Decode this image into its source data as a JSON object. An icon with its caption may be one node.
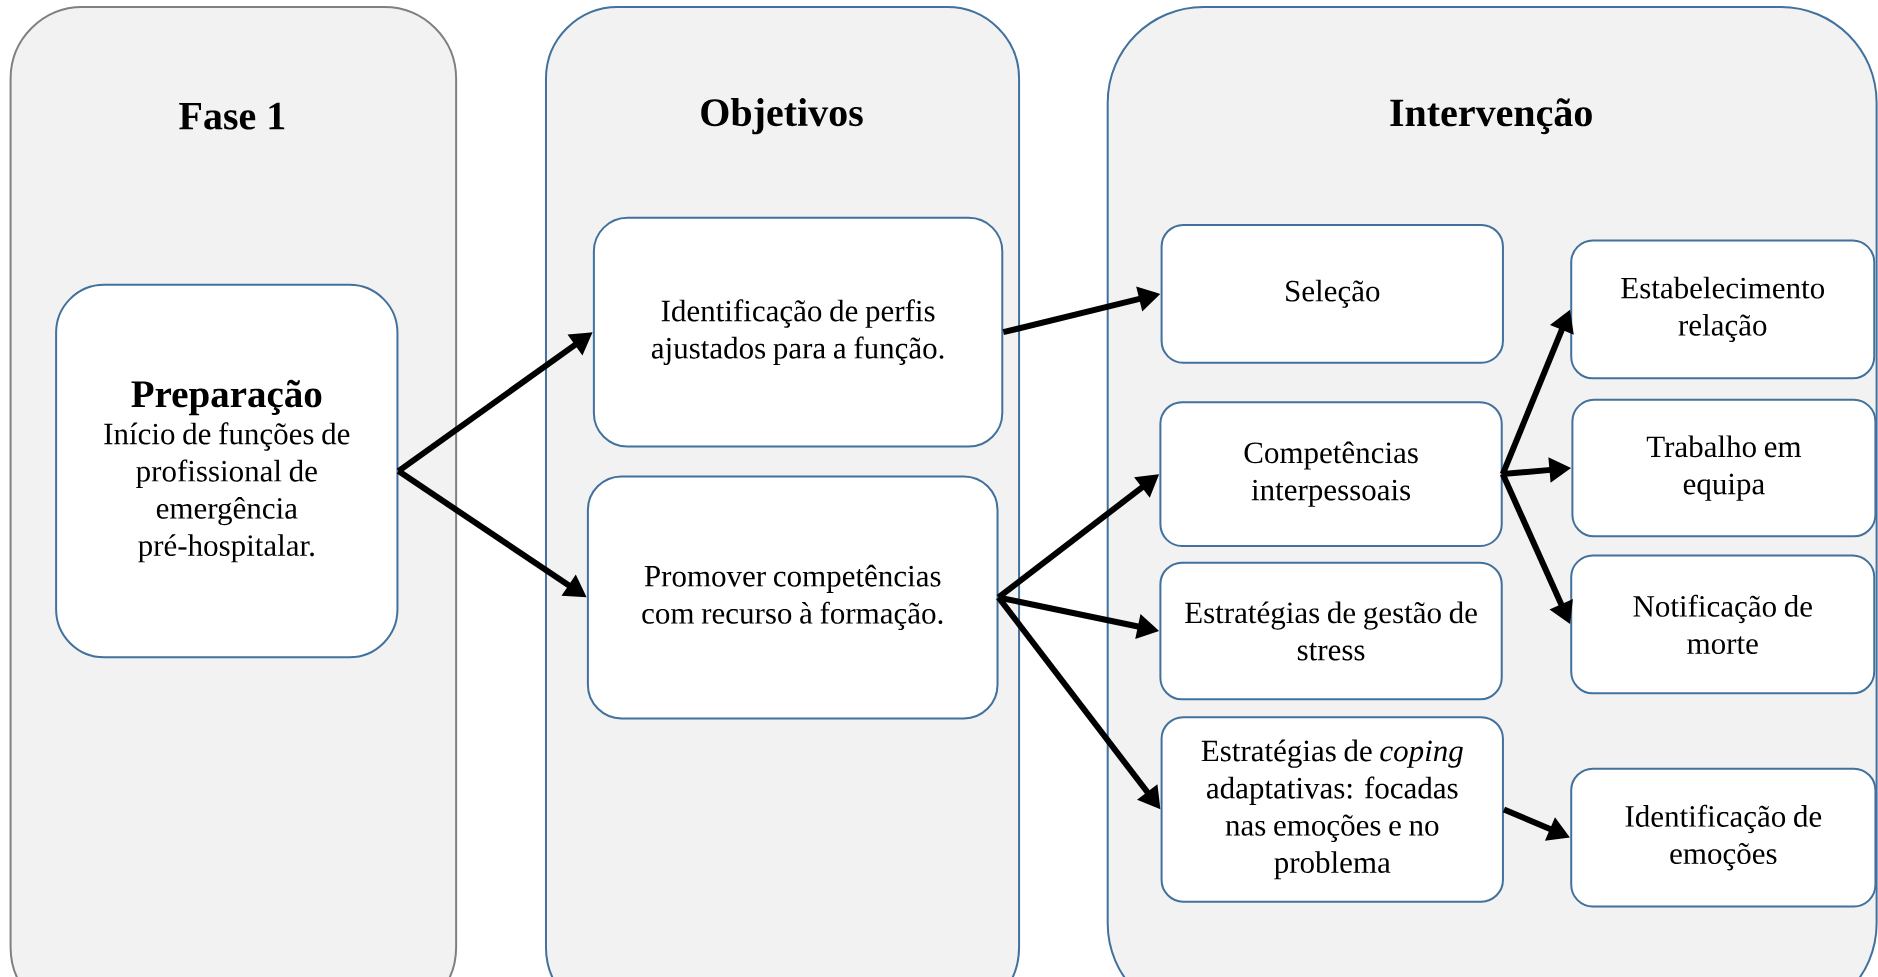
{
  "diagram": {
    "nodes": [
      {
        "text": [
          "Fase 1"
        ]
      },
      {
        "text": [
          "Preparação",
          "Início de funções de profissional de emergência pré-hospitalar."
        ],
        "in": 0
      },
      {
        "text": [
          "Objetivos"
        ]
      },
      {
        "text": [
          "Identificação de perfis ajustados para a função."
        ],
        "in": 2
      },
      {
        "text": [
          "Promover competências com recurso à formação."
        ],
        "in": 2
      },
      {
        "text": [
          "Intervenção"
        ]
      },
      {
        "text": [
          "Seleção"
        ],
        "in": 5
      },
      {
        "text": [
          "Competências interpessoais"
        ],
        "in": 5
      },
      {
        "text": [
          "Estratégias de gestão de stress"
        ],
        "in": 5
      },
      {
        "text": [
          "Estratégias de *coping* adaptativas: focadas nas emoções e no problema"
        ],
        "in": 5
      },
      {
        "text": [
          "Estabelecimento relação"
        ],
        "in": 5
      },
      {
        "text": [
          "Trabalho em equipa"
        ],
        "in": 5
      },
      {
        "text": [
          "Notificação de morte"
        ],
        "in": 5
      },
      {
        "text": [
          "Identificação de emoções"
        ],
        "in": 5
      }
    ],
    "edges": [
      {
        "from": 1,
        "to": 3,
        "arrow": "to"
      },
      {
        "from": 1,
        "to": 4,
        "arrow": "to"
      },
      {
        "from": 3,
        "to": 6,
        "arrow": "to"
      },
      {
        "from": 4,
        "to": 7,
        "arrow": "to"
      },
      {
        "from": 4,
        "to": 8,
        "arrow": "to"
      },
      {
        "from": 4,
        "to": 9,
        "arrow": "to"
      },
      {
        "from": 7,
        "to": 10,
        "arrow": "to"
      },
      {
        "from": 7,
        "to": 11,
        "arrow": "to"
      },
      {
        "from": 7,
        "to": 12,
        "arrow": "to"
      },
      {
        "from": 9,
        "to": 13,
        "arrow": "to"
      }
    ]
  }
}
